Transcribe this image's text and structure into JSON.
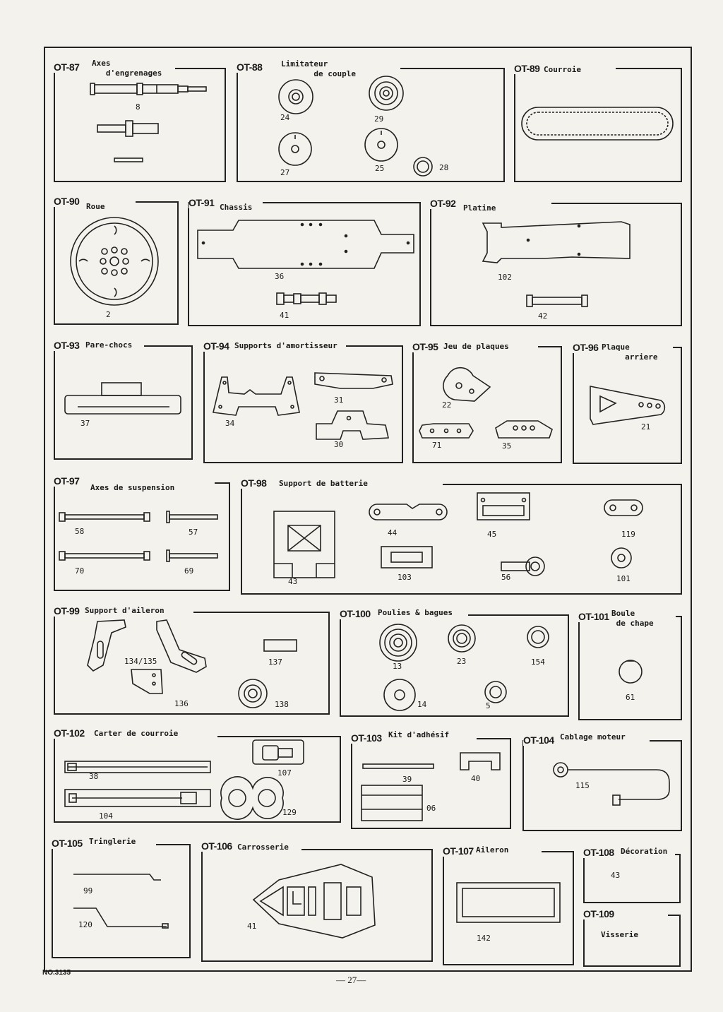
{
  "panels": {
    "ot87": {
      "code": "OT-87",
      "title": "Axes\n   d'engrenages",
      "labels": [
        "8"
      ]
    },
    "ot88": {
      "code": "OT-88",
      "title": "Limitateur\n       de couple",
      "labels": [
        "24",
        "29",
        "27",
        "25",
        "28"
      ]
    },
    "ot89": {
      "code": "OT-89",
      "title": "Courroie",
      "labels": []
    },
    "ot90": {
      "code": "OT-90",
      "title": "Roue",
      "labels": [
        "2"
      ]
    },
    "ot91": {
      "code": "OT-91",
      "title": "Chassis",
      "labels": [
        "36",
        "41"
      ]
    },
    "ot92": {
      "code": "OT-92",
      "title": "Platine",
      "labels": [
        "102",
        "42"
      ]
    },
    "ot93": {
      "code": "OT-93",
      "title": "Pare-chocs",
      "labels": [
        "37"
      ]
    },
    "ot94": {
      "code": "OT-94",
      "title": "Supports d'amortisseur",
      "labels": [
        "31",
        "34",
        "30"
      ]
    },
    "ot95": {
      "code": "OT-95",
      "title": "Jeu de plaques",
      "labels": [
        "22",
        "71",
        "35"
      ]
    },
    "ot96": {
      "code": "OT-96",
      "title": "Plaque\n     arriere",
      "labels": [
        "21"
      ]
    },
    "ot97": {
      "code": "OT-97",
      "title": "Axes de suspension",
      "labels": [
        "58",
        "57",
        "70",
        "69"
      ]
    },
    "ot98": {
      "code": "OT-98",
      "title": "Support de batterie",
      "labels": [
        "44",
        "45",
        "119",
        "43",
        "103",
        "56",
        "101"
      ]
    },
    "ot99": {
      "code": "OT-99",
      "title": "Support d'aileron",
      "labels": [
        "134/135",
        "137",
        "136",
        "138"
      ]
    },
    "ot100": {
      "code": "OT-100",
      "title": "Poulies & bagues",
      "labels": [
        "13",
        "23",
        "154",
        "14",
        "5"
      ]
    },
    "ot101": {
      "code": "OT-101",
      "title": "Boule\n de chape",
      "labels": [
        "61"
      ]
    },
    "ot102": {
      "code": "OT-102",
      "title": "Carter de courroie",
      "labels": [
        "38",
        "107",
        "104",
        "129"
      ]
    },
    "ot103": {
      "code": "OT-103",
      "title": "Kit d'adhésif",
      "labels": [
        "39",
        "40",
        "06"
      ]
    },
    "ot104": {
      "code": "OT-104",
      "title": "Cablage moteur",
      "labels": [
        "115"
      ]
    },
    "ot105": {
      "code": "OT-105",
      "title": "Tringlerie",
      "labels": [
        "99",
        "120"
      ]
    },
    "ot106": {
      "code": "OT-106",
      "title": "Carrosserie",
      "labels": [
        "41"
      ]
    },
    "ot107": {
      "code": "OT-107",
      "title": "Aileron",
      "labels": [
        "142"
      ]
    },
    "ot108": {
      "code": "OT-108",
      "title": "Décoration",
      "labels": [
        "43"
      ]
    },
    "ot109": {
      "code": "OT-109",
      "title": "Visserie",
      "labels": []
    }
  },
  "footer": {
    "doc_number": "NO.3135",
    "page": "— 27—"
  }
}
